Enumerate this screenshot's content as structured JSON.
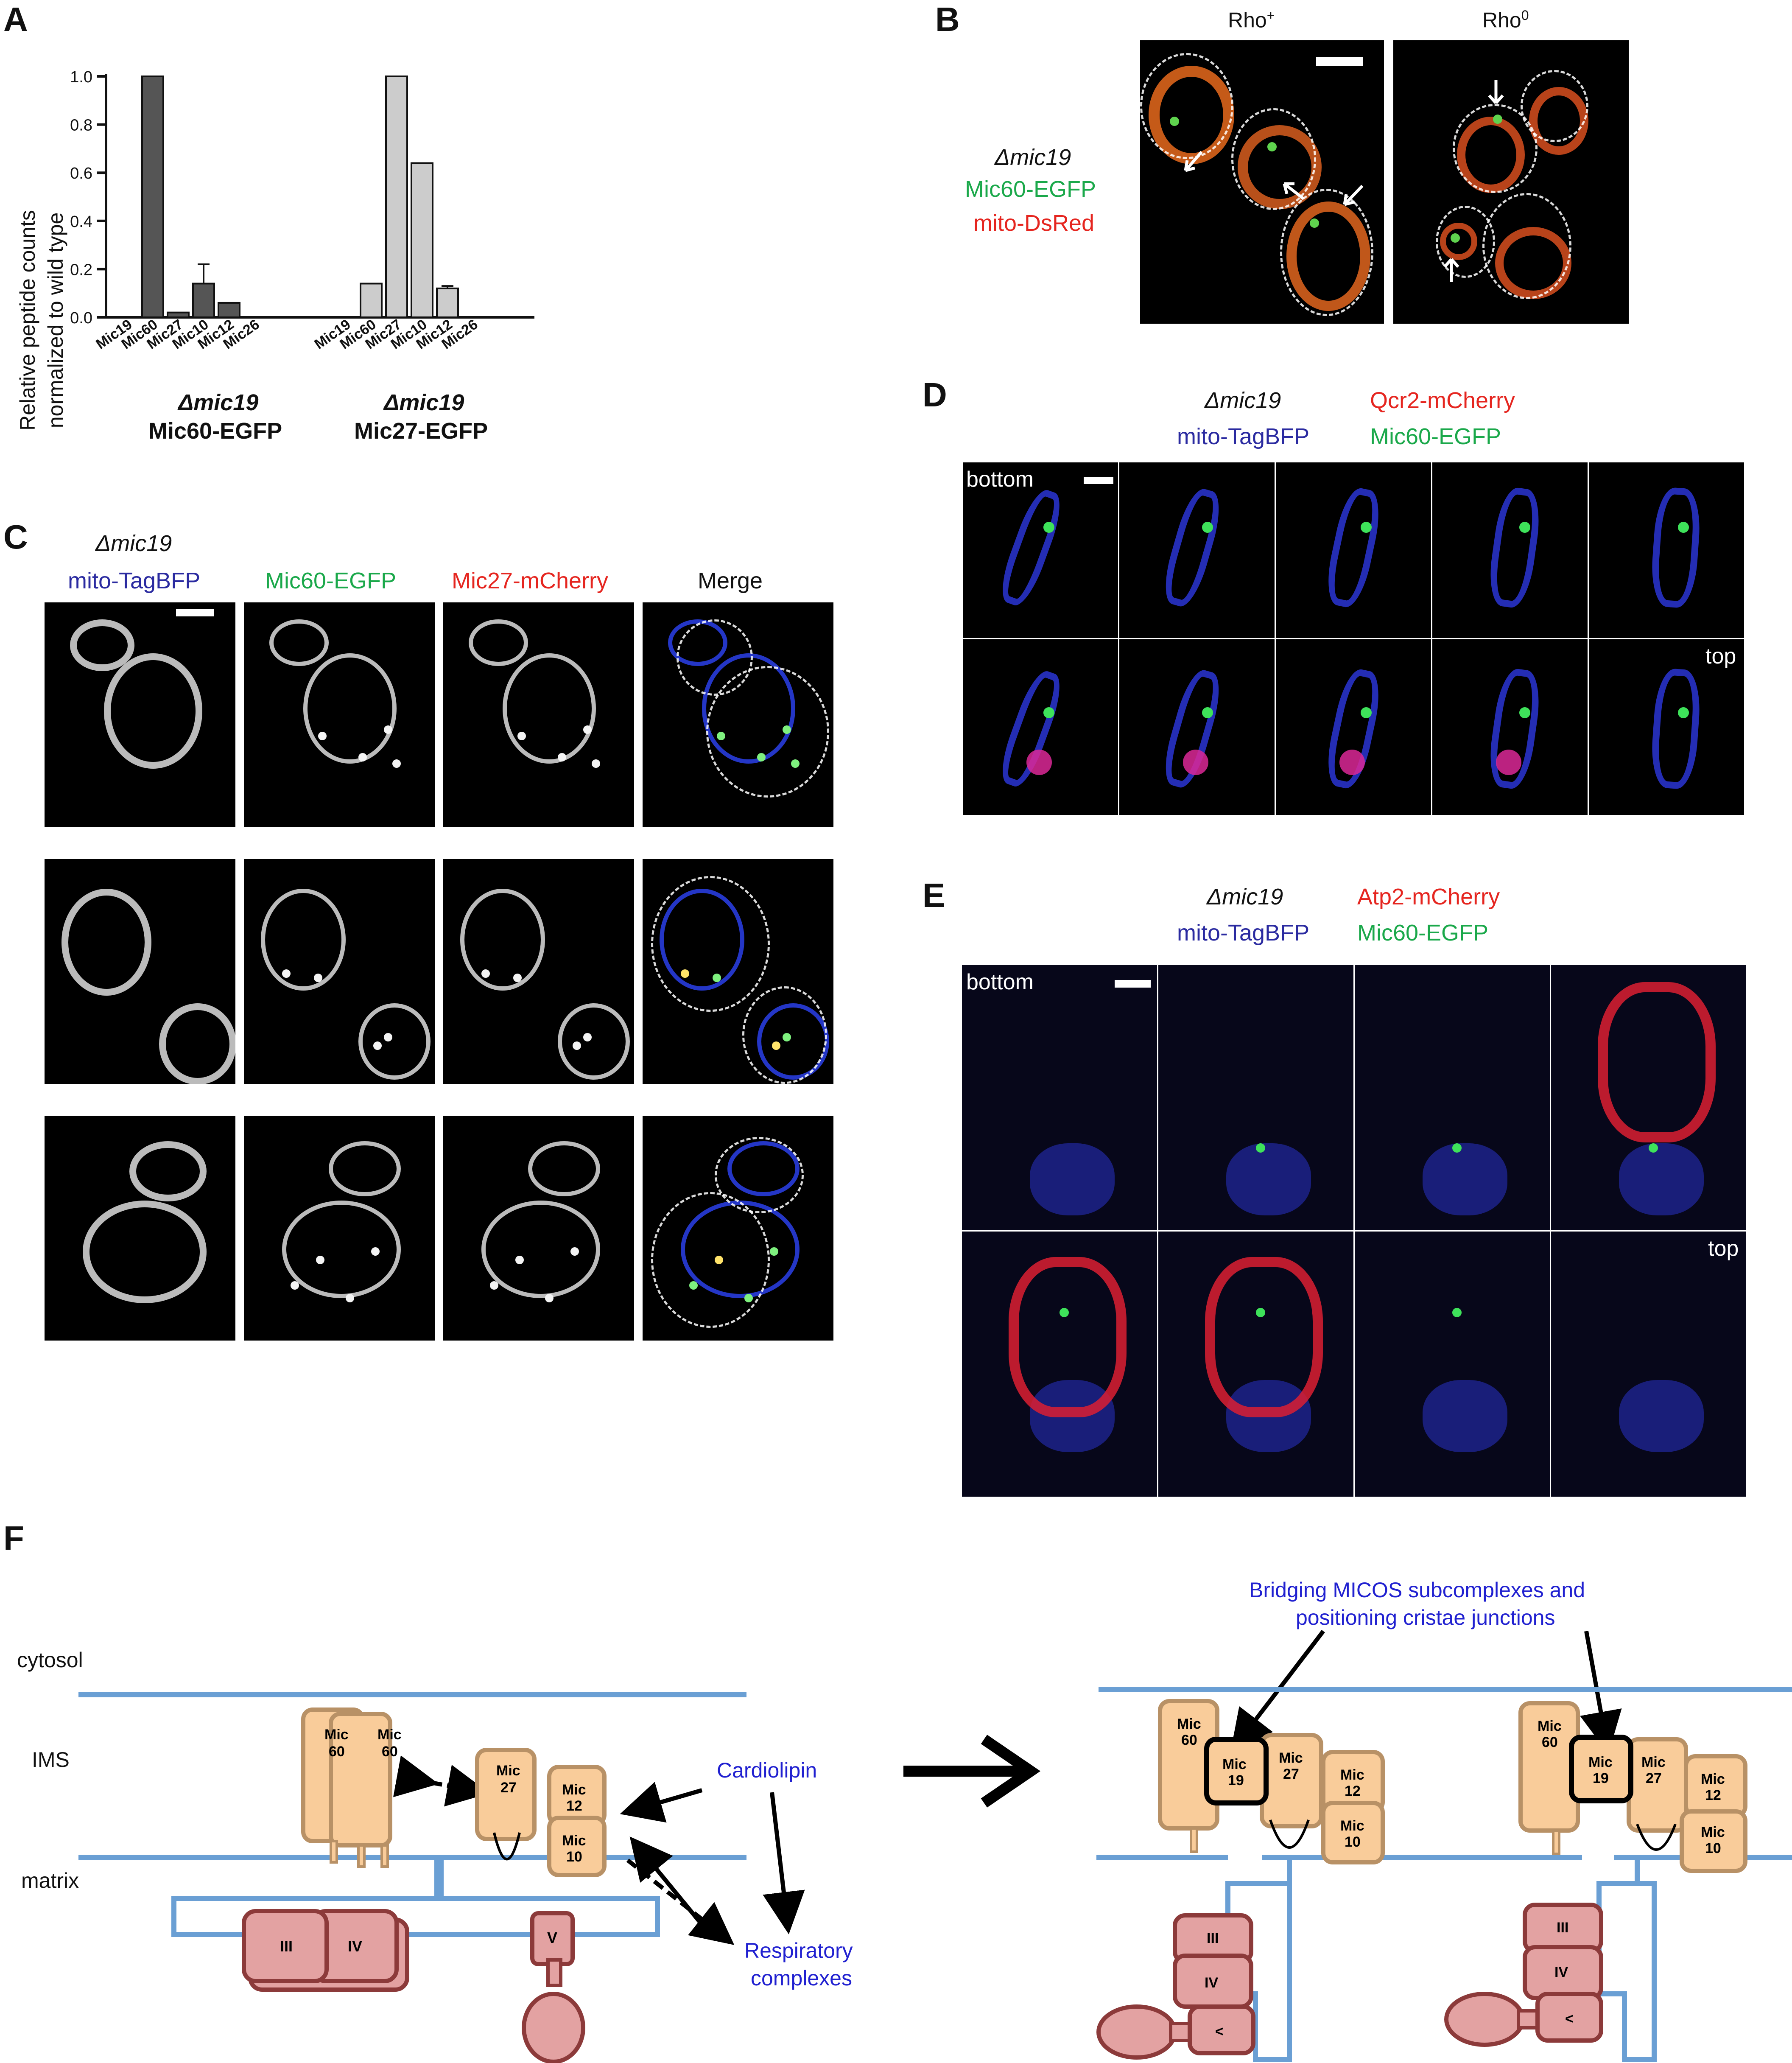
{
  "panels": {
    "A": "A",
    "B": "B",
    "C": "C",
    "D": "D",
    "E": "E",
    "F": "F"
  },
  "panelA": {
    "ylabel_line1": "Relative peptide counts",
    "ylabel_line2": "normalized to wild type",
    "ticks": [
      "0.0",
      "0.2",
      "0.4",
      "0.6",
      "0.8",
      "1.0"
    ],
    "group1_title": "Δmic19",
    "group1_sub": "Mic60-EGFP",
    "group2_title": "Δmic19",
    "group2_sub": "Mic27-EGFP"
  },
  "chart_data": {
    "type": "bar",
    "ylabel": "Relative peptide counts normalized to wild type",
    "ylim": [
      0,
      1.0
    ],
    "categories": [
      "Mic19",
      "Mic60",
      "Mic27",
      "Mic10",
      "Mic12",
      "Mic26"
    ],
    "series": [
      {
        "name": "Δmic19 Mic60-EGFP",
        "color": "#555555",
        "values": [
          0,
          1.0,
          0.02,
          0.14,
          0.06,
          0
        ],
        "errors": [
          0,
          0,
          0.005,
          0.08,
          0.005,
          0
        ]
      },
      {
        "name": "Δmic19 Mic27-EGFP",
        "color": "#cccccc",
        "values": [
          0,
          0.14,
          1.0,
          0.64,
          0.12,
          0
        ],
        "errors": [
          0,
          0.004,
          0,
          0.005,
          0.01,
          0
        ]
      }
    ]
  },
  "panelB": {
    "col1": "Rho",
    "col1_sup": "+",
    "col2": "Rho",
    "col2_sup": "0",
    "strain": "Δmic19",
    "label_green": "Mic60-EGFP",
    "label_red": "mito-DsRed"
  },
  "panelC": {
    "strain": "Δmic19",
    "headers": [
      "mito-TagBFP",
      "Mic60-EGFP",
      "Mic27-mCherry",
      "Merge"
    ]
  },
  "panelD": {
    "strain": "Δmic19",
    "label_red": "Qcr2-mCherry",
    "label_blue": "mito-TagBFP",
    "label_green": "Mic60-EGFP",
    "bottom": "bottom",
    "top": "top"
  },
  "panelE": {
    "strain": "Δmic19",
    "label_red": "Atp2-mCherry",
    "label_blue": "mito-TagBFP",
    "label_green": "Mic60-EGFP",
    "bottom": "bottom",
    "top": "top"
  },
  "panelF": {
    "cytosol": "cytosol",
    "ims": "IMS",
    "matrix": "matrix",
    "cardiolipin": "Cardiolipin",
    "resp1": "Respiratory",
    "resp2": "complexes",
    "bridging1": "Bridging MICOS subcomplexes and",
    "bridging2": "positioning cristae junctions",
    "mic": "Mic",
    "n60": "60",
    "n27": "27",
    "n12": "12",
    "n10": "10",
    "n19": "19",
    "c3": "III",
    "c4": "IV",
    "c5": "V",
    "c5b": "<"
  },
  "colors": {
    "membrane": "#6a9fd4",
    "micos_fill": "#f9cc9a",
    "micos_border": "#b89166",
    "complex_fill": "#e3a2a2",
    "complex_border": "#8c3a3a",
    "blue_text": "#2020d0",
    "green_text": "#1aa84a",
    "red_text": "#e5251f",
    "navy_text": "#2a2aa0"
  }
}
